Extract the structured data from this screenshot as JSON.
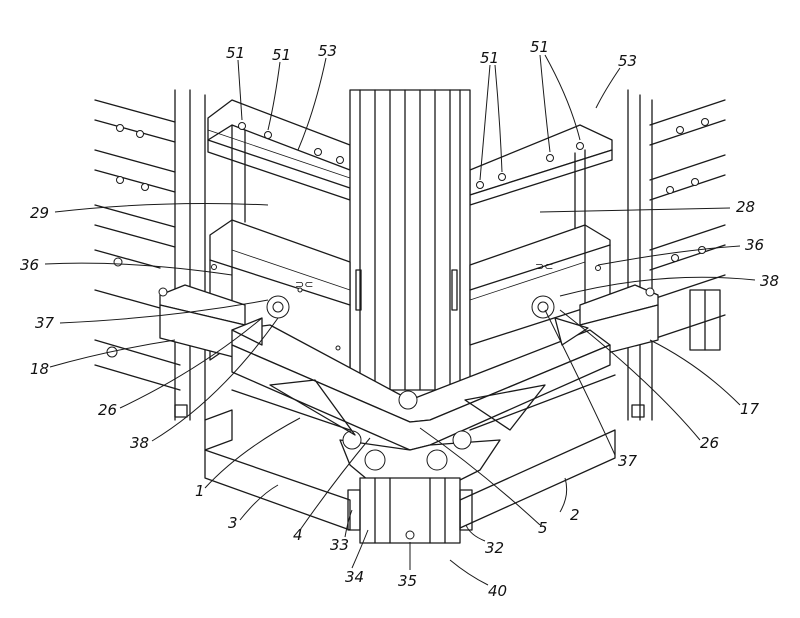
{
  "labels": [
    {
      "text": "51"
    },
    {
      "text": "51"
    },
    {
      "text": "53"
    },
    {
      "text": "51"
    },
    {
      "text": "51"
    },
    {
      "text": "53"
    },
    {
      "text": "29"
    },
    {
      "text": "28"
    },
    {
      "text": "36"
    },
    {
      "text": "36"
    },
    {
      "text": "38"
    },
    {
      "text": "37"
    },
    {
      "text": "18"
    },
    {
      "text": "26"
    },
    {
      "text": "38"
    },
    {
      "text": "17"
    },
    {
      "text": "26"
    },
    {
      "text": "37"
    },
    {
      "text": "1"
    },
    {
      "text": "3"
    },
    {
      "text": "4"
    },
    {
      "text": "5"
    },
    {
      "text": "2"
    },
    {
      "text": "33"
    },
    {
      "text": "34"
    },
    {
      "text": "32"
    },
    {
      "text": "35"
    },
    {
      "text": "40"
    }
  ]
}
